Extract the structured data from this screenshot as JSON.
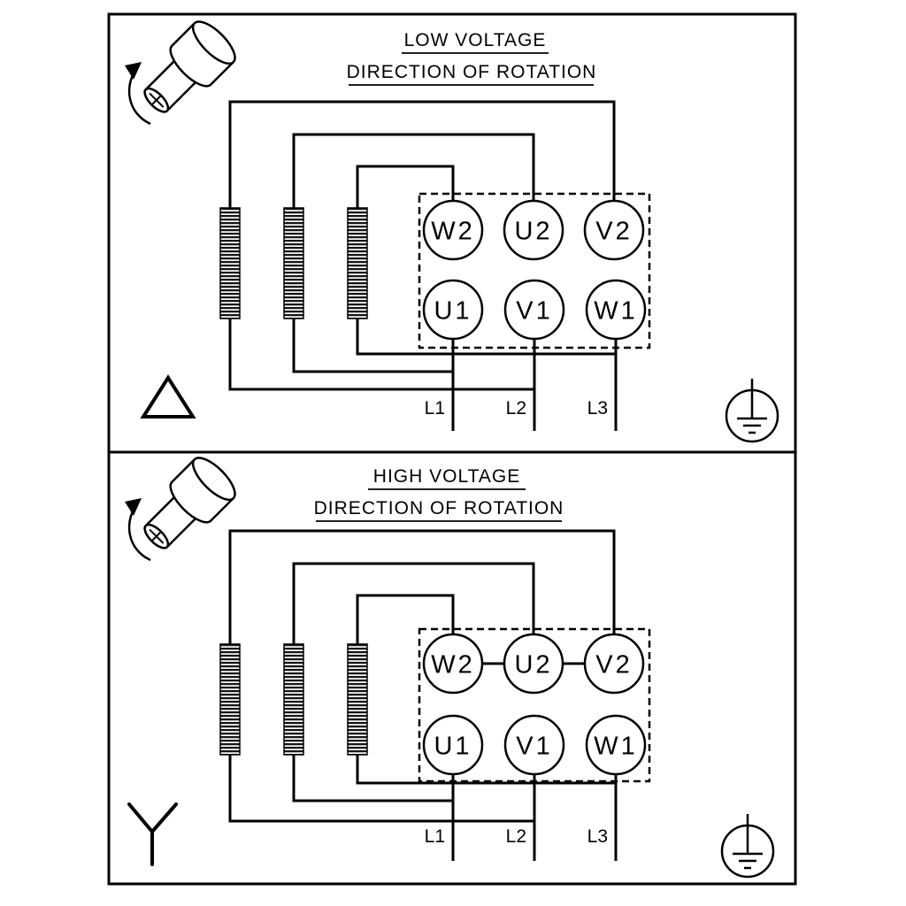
{
  "diagram": {
    "type": "motor-terminal-wiring",
    "background": "#ffffff",
    "line_color": "#000000",
    "panels": [
      {
        "title": "LOW VOLTAGE",
        "subtitle": "DIRECTION OF ROTATION",
        "connection_symbol": "delta",
        "terminals_top": [
          "W2",
          "U2",
          "V2"
        ],
        "terminals_bottom": [
          "U1",
          "V1",
          "W1"
        ],
        "leads": [
          "L1",
          "L2",
          "L3"
        ]
      },
      {
        "title": "HIGH VOLTAGE",
        "subtitle": "DIRECTION OF ROTATION",
        "connection_symbol": "wye",
        "terminals_top": [
          "W2",
          "U2",
          "V2"
        ],
        "terminals_bottom": [
          "U1",
          "V1",
          "W1"
        ],
        "leads": [
          "L1",
          "L2",
          "L3"
        ]
      }
    ]
  }
}
